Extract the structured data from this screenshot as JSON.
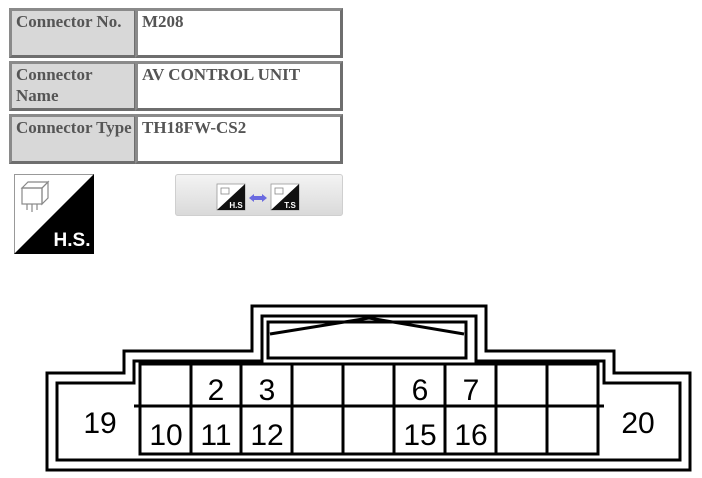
{
  "connector": {
    "no_label": "Connector No.",
    "no_value": "M208",
    "name_label": "Connector Name",
    "name_value": "AV CONTROL UNIT",
    "type_label": "Connector Type",
    "type_value": "TH18FW-CS2"
  },
  "view": {
    "current_label": "H.S.",
    "toggle_left_label": "H.S",
    "toggle_right_label": "T.S"
  },
  "pins": {
    "left": "19",
    "right": "20",
    "top_row": [
      "",
      "2",
      "3",
      "",
      "",
      "6",
      "7",
      "",
      ""
    ],
    "bottom_row": [
      "10",
      "11",
      "12",
      "",
      "",
      "15",
      "16",
      "",
      ""
    ]
  },
  "colors": {
    "label_bg": "#d8d8d8",
    "border": "#8a8a8a",
    "text": "#555555",
    "toggle_arrow": "#6a6ae0"
  }
}
